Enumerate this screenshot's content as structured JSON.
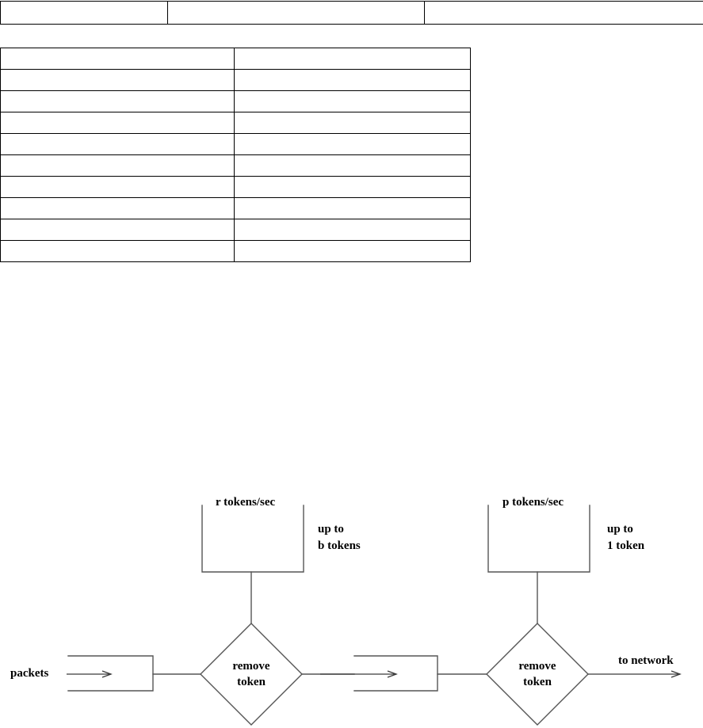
{
  "page": {
    "background_color": "#ffffff",
    "line_color": "#555555",
    "border_color": "#000000",
    "text_color": "#000000"
  },
  "header_table": {
    "name": "header-table",
    "rows": [
      {
        "cells": [
          "",
          "",
          ""
        ]
      }
    ]
  },
  "main_table": {
    "name": "main-table",
    "columns": [
      "",
      ""
    ],
    "rows": [
      {
        "cells": [
          "",
          ""
        ]
      },
      {
        "cells": [
          "",
          ""
        ]
      },
      {
        "cells": [
          "",
          ""
        ]
      },
      {
        "cells": [
          "",
          ""
        ]
      },
      {
        "cells": [
          "",
          ""
        ]
      },
      {
        "cells": [
          "",
          ""
        ]
      },
      {
        "cells": [
          "",
          ""
        ]
      },
      {
        "cells": [
          "",
          ""
        ]
      },
      {
        "cells": [
          "",
          ""
        ]
      },
      {
        "cells": [
          "",
          ""
        ]
      }
    ]
  },
  "diagram": {
    "title": "",
    "type": "token-bucket-traffic-shaper",
    "labels": {
      "packets": "packets",
      "to_network": "to network",
      "bucket1_rate": "r tokens/sec",
      "bucket1_capacity_line1": "up to",
      "bucket1_capacity_line2": "b tokens",
      "bucket2_rate": "p tokens/sec",
      "bucket2_capacity_line1": "up to",
      "bucket2_capacity_line2": "1 token",
      "diamond1_line1": "remove",
      "diamond1_line2": "token",
      "diamond2_line1": "remove",
      "diamond2_line2": "token"
    }
  }
}
